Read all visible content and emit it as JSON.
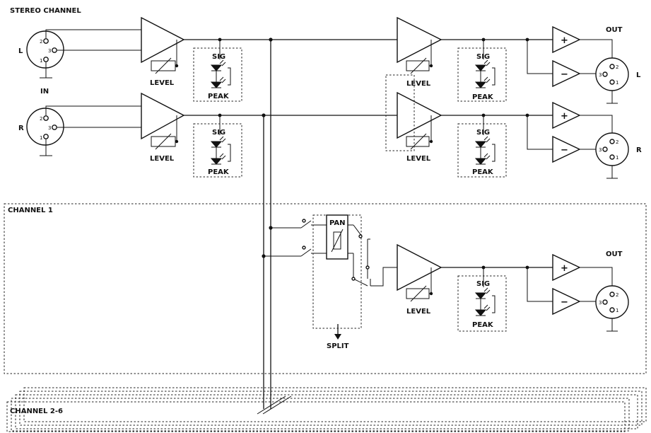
{
  "title": "STEREO CHANNEL",
  "labels": {
    "in": "IN",
    "out": "OUT",
    "left": "L",
    "right": "R",
    "level": "LEVEL",
    "sig": "SIG",
    "peak": "PEAK",
    "pan": "PAN",
    "split": "SPLIT",
    "plus": "+",
    "minus": "−",
    "pin1": "1",
    "pin2": "2",
    "pin3": "3"
  },
  "channels": {
    "channel1": "CHANNEL 1",
    "channels2_6": "CHANNEL 2-6"
  }
}
